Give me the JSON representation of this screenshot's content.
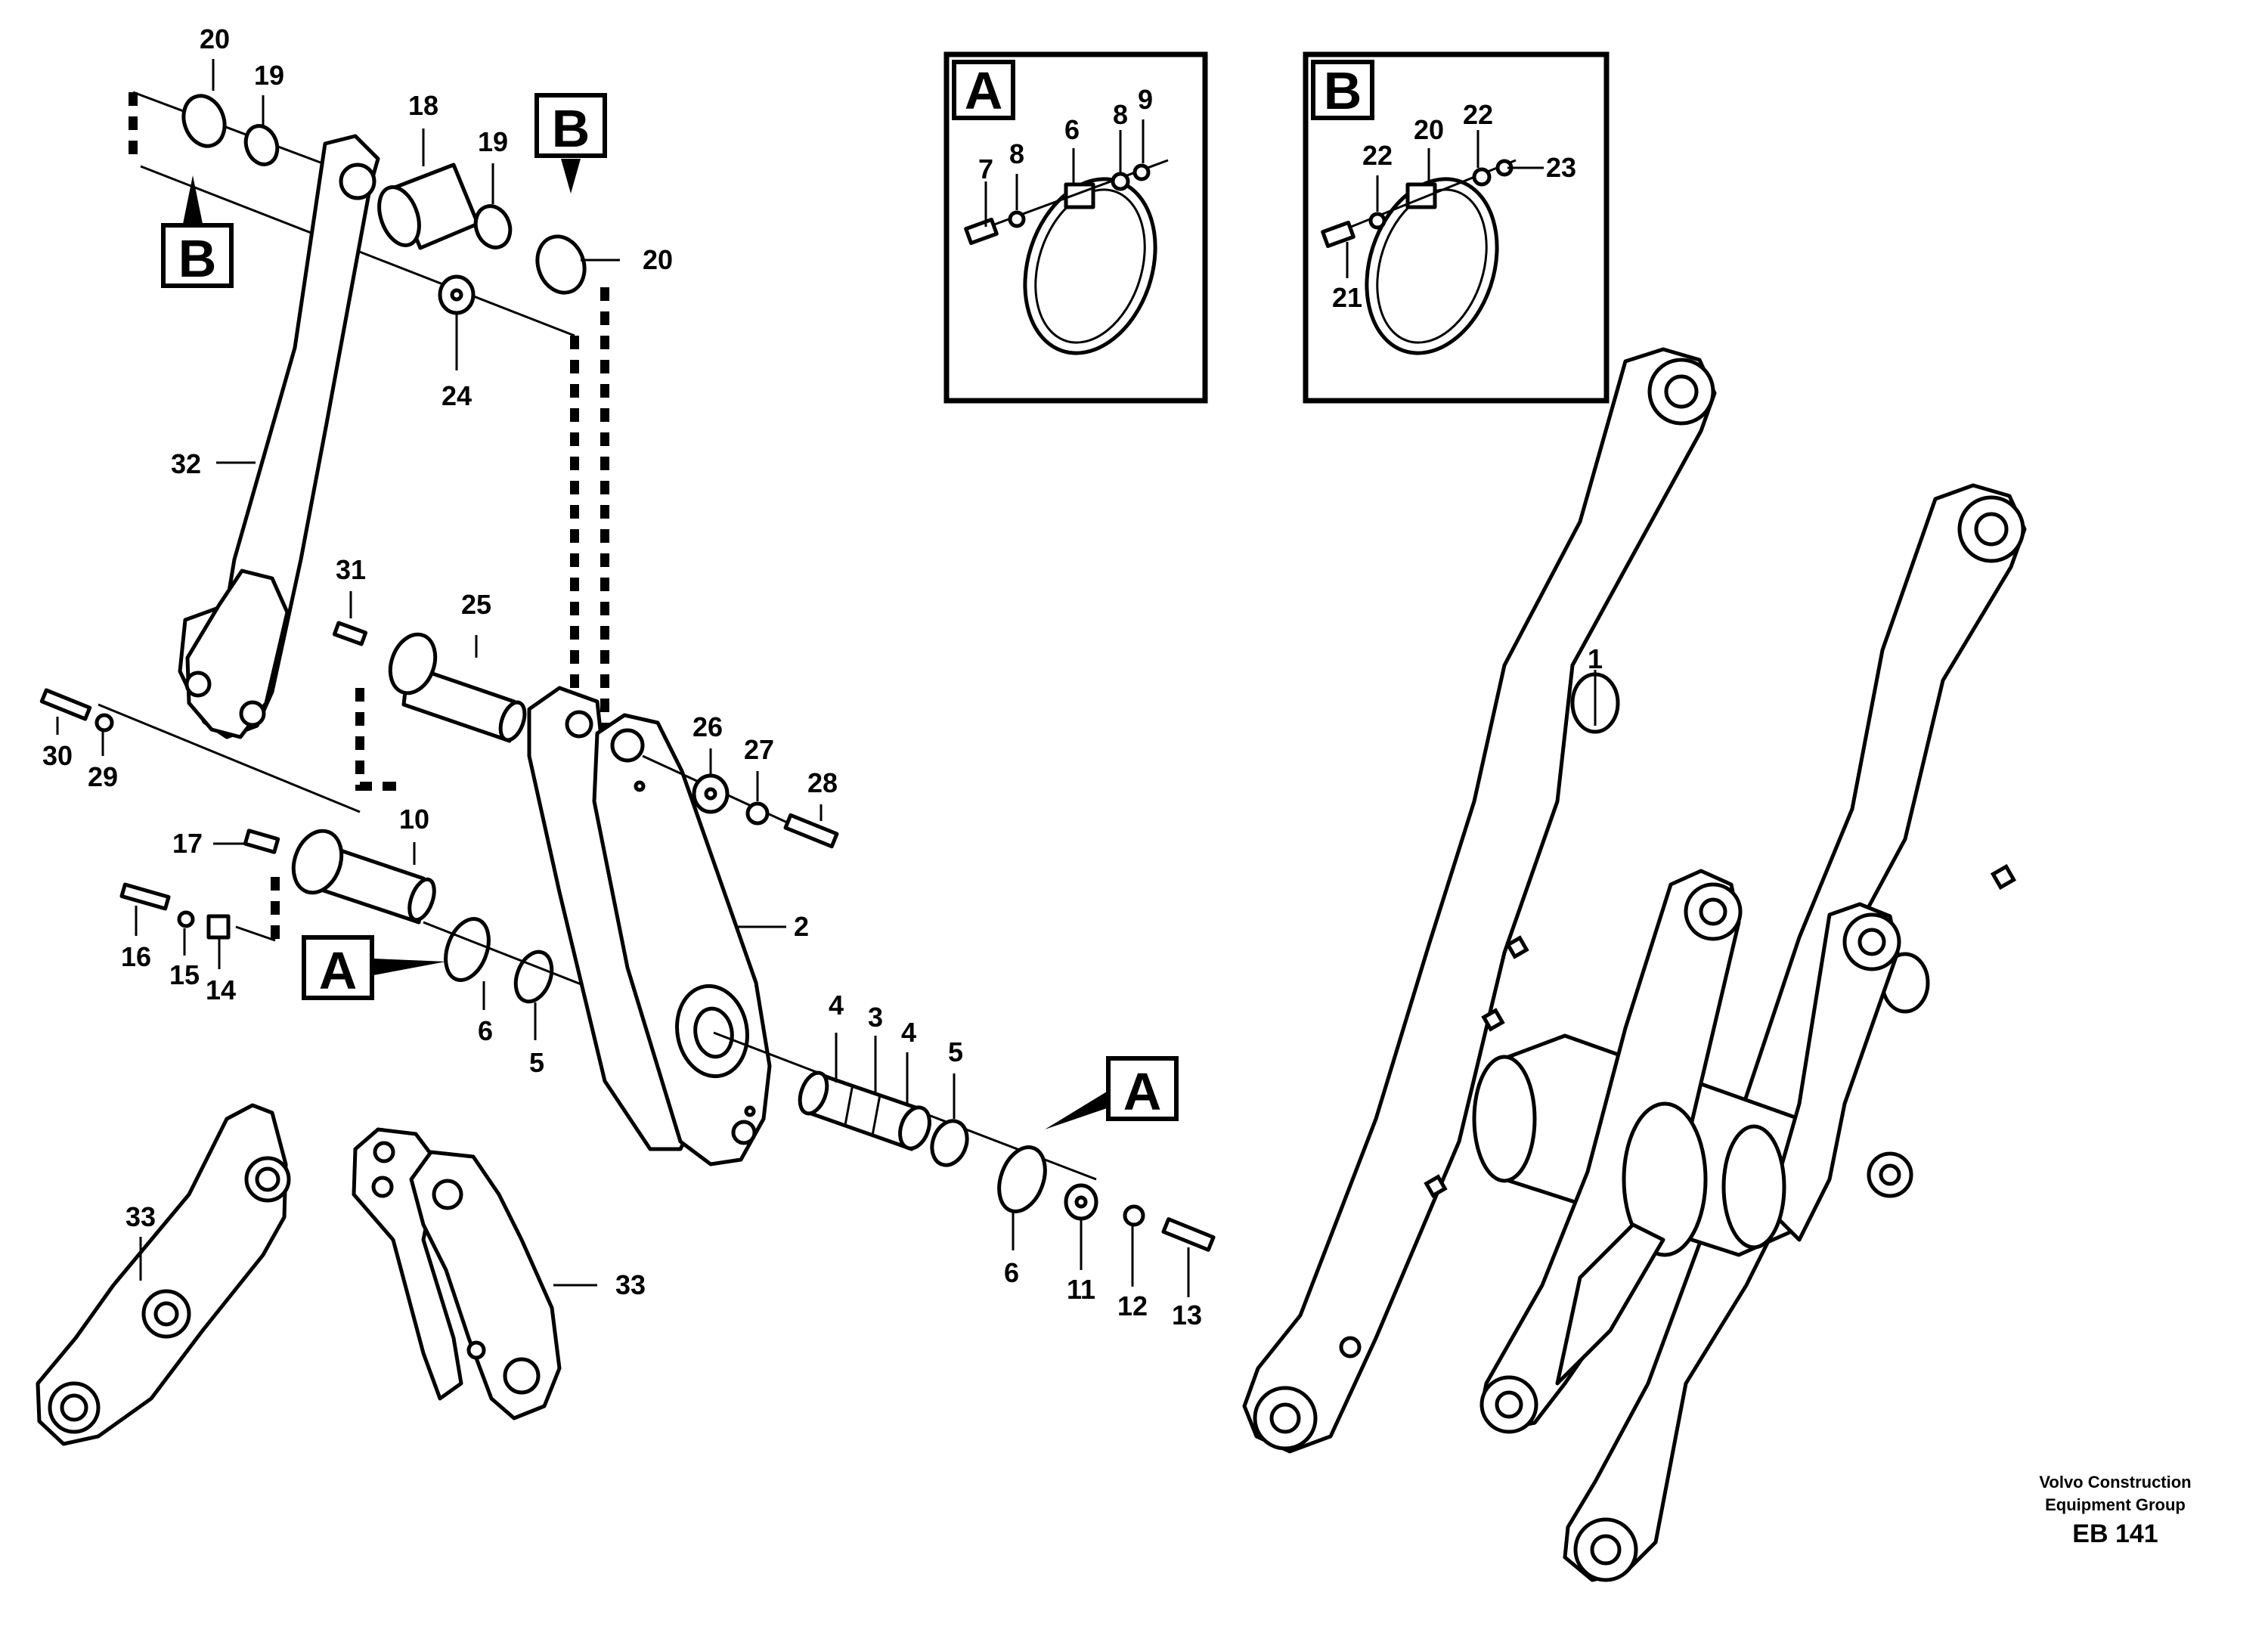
{
  "callouts": {
    "A": "A",
    "B": "B"
  },
  "labels": {
    "l20a": "20",
    "l19a": "19",
    "l18": "18",
    "l19b": "19",
    "l20b": "20",
    "l24": "24",
    "l32": "32",
    "l31": "31",
    "l25": "25",
    "l30": "30",
    "l29": "29",
    "l17": "17",
    "l10": "10",
    "l16": "16",
    "l15": "15",
    "l14": "14",
    "l6a": "6",
    "l5a": "5",
    "l26": "26",
    "l27": "27",
    "l28": "28",
    "l2": "2",
    "l4a": "4",
    "l3": "3",
    "l4b": "4",
    "l5b": "5",
    "l6b": "6",
    "l11": "11",
    "l12": "12",
    "l13": "13",
    "l33a": "33",
    "l33b": "33",
    "l1": "1",
    "dA7": "7",
    "dA8a": "8",
    "dA6": "6",
    "dA8b": "8",
    "dA9": "9",
    "dB22a": "22",
    "dB20": "20",
    "dB22b": "22",
    "dB23": "23",
    "dB21": "21"
  },
  "footer": {
    "line1": "Volvo Construction",
    "line2": "Equipment Group",
    "code": "EB 141"
  }
}
